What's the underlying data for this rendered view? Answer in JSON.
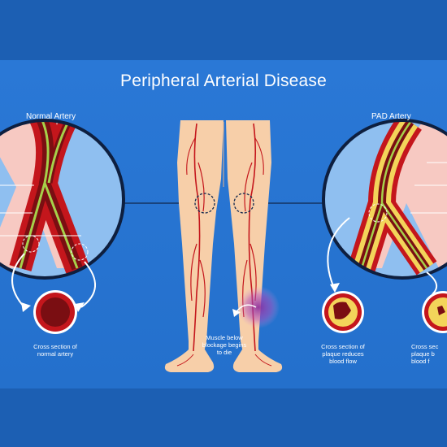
{
  "title": "Peripheral Arterial Disease",
  "labels": {
    "normal": "Normal Artery",
    "pad": "PAD Artery"
  },
  "captions": {
    "normal_cross": [
      "Cross section of",
      "normal artery"
    ],
    "muscle": [
      "Muscle below",
      "blockage begins",
      "to die"
    ],
    "plaque_reduces": [
      "Cross section of",
      "plaque reduces",
      "blood flow"
    ],
    "plaque_blocks": [
      "Cross sec",
      "plaque b",
      "blood f"
    ]
  },
  "colors": {
    "background": "#1f67c0",
    "artery": "#c4161c",
    "plaque": "#f3d45a",
    "skin": "#f7cfa9"
  }
}
